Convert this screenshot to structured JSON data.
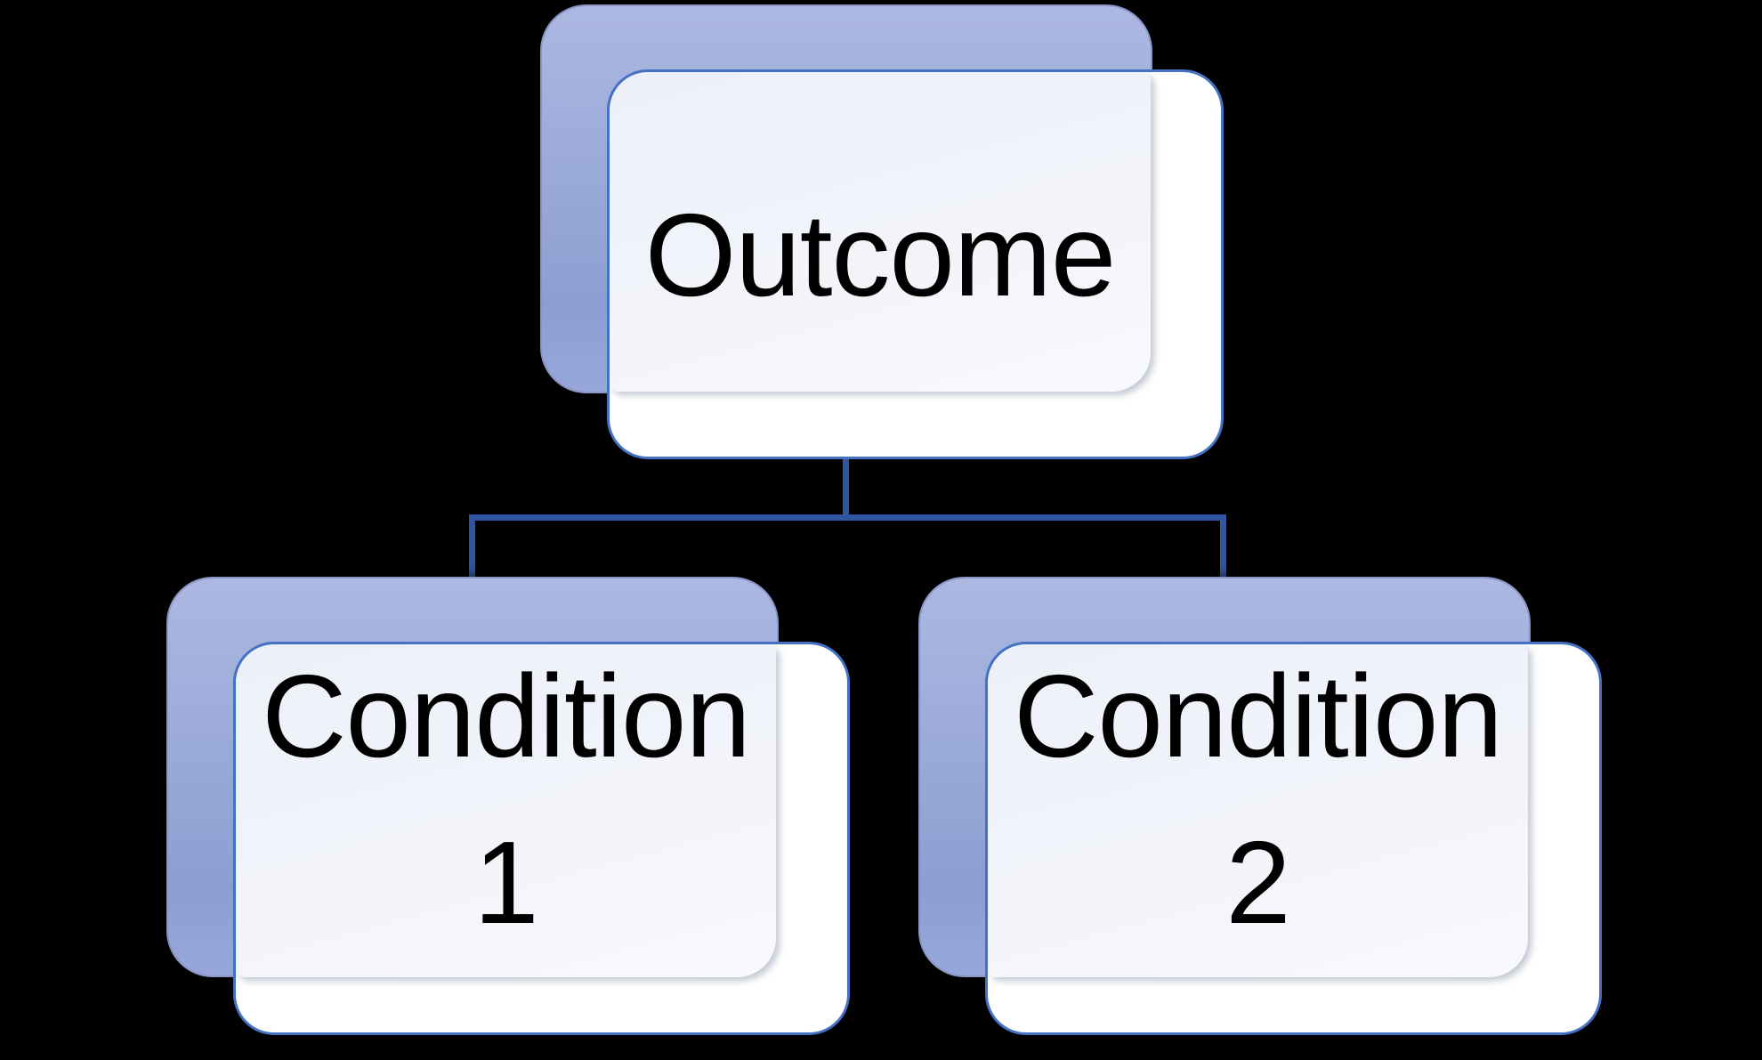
{
  "diagram": {
    "type": "hierarchy-smartart",
    "background_color": "#000000",
    "nodes": [
      {
        "id": "outcome",
        "label": "Outcome",
        "level": 0,
        "parent": null
      },
      {
        "id": "condition-1",
        "label": "Condition 1",
        "level": 1,
        "parent": "outcome"
      },
      {
        "id": "condition-2",
        "label": "Condition 2",
        "level": 1,
        "parent": "outcome"
      }
    ],
    "edges": [
      {
        "from": "outcome",
        "to": "condition-1"
      },
      {
        "from": "outcome",
        "to": "condition-2"
      }
    ],
    "colors": {
      "back_plate_top": "#ACB8E1",
      "back_plate_bottom": "#8C9ED1",
      "front_plate_fill": "#FFFFFF",
      "front_plate_border": "#4472C4",
      "text_plate_fill": "#F2F4FA",
      "connector": "#2F55A3",
      "text": "#000000"
    }
  }
}
